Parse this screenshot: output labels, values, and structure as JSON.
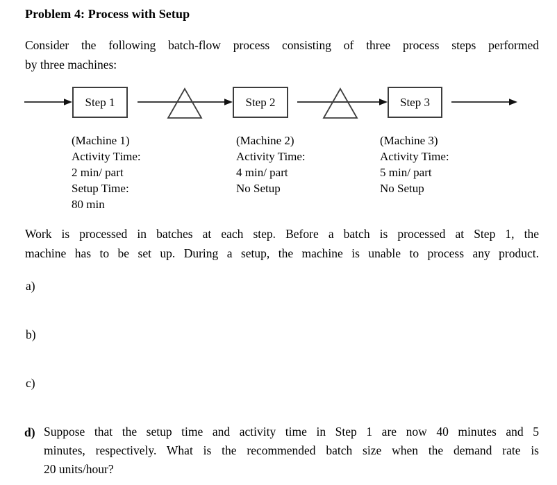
{
  "title": "Problem 4: Process with Setup",
  "intro": {
    "line1": "Consider the following batch-flow process consisting of three process steps performed",
    "line2": "by three machines:"
  },
  "diagram": {
    "steps": [
      {
        "label": "Step 1"
      },
      {
        "label": "Step 2"
      },
      {
        "label": "Step 3"
      }
    ],
    "machines": [
      {
        "lines": [
          "(Machine 1)",
          "Activity Time:",
          "2 min/ part",
          "Setup Time:",
          "80 min"
        ]
      },
      {
        "lines": [
          "(Machine 2)",
          "Activity Time:",
          "4 min/ part",
          "No Setup"
        ]
      },
      {
        "lines": [
          "(Machine 3)",
          "Activity Time:",
          "5 min/ part",
          "No Setup"
        ]
      }
    ],
    "line_color": "#3d3d3d",
    "arrowhead_color": "#111111"
  },
  "batch_note": {
    "line1": "Work is processed in batches at each step. Before a batch is processed at Step 1, the",
    "line2": "machine has to be set up. During a setup, the machine is unable to process any product."
  },
  "parts": {
    "a_label": "a)",
    "b_label": "b)",
    "c_label": "c)",
    "d_label": "d)",
    "d_line1": "Suppose that the setup time and activity time in Step 1 are now 40 minutes and 5",
    "d_line2": "minutes, respectively. What is the recommended batch size when the demand rate is",
    "d_line3": "20 units/hour?"
  }
}
